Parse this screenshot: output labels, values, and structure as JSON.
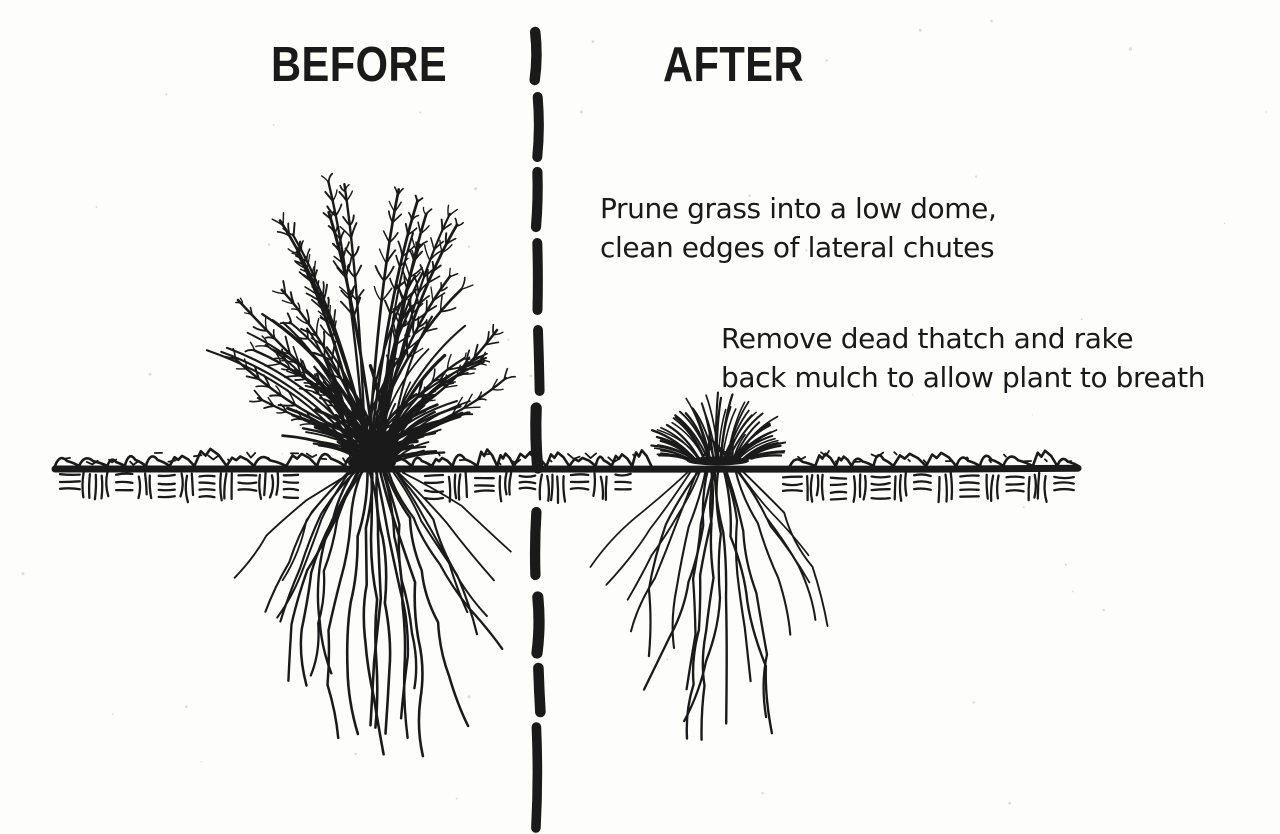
{
  "diagram": {
    "before_label": "BEFORE",
    "after_label": "AFTER",
    "annotation_prune": "Prune grass into a low dome,\nclean edges of lateral chutes",
    "annotation_thatch": "Remove dead thatch and rake\nback mulch to allow plant to breath",
    "colors": {
      "ink": "#1a1a1a",
      "paper": "#fdfdfc",
      "speckle": "#dcdcda"
    },
    "figures": {
      "divider": "dashed-vertical-divider",
      "ground": "mulch-over-soil-cross-section",
      "before_plant": "tall-unpruned-ornamental-grass-with-roots",
      "after_plant": "low-pruned-grass-dome-with-roots"
    }
  }
}
